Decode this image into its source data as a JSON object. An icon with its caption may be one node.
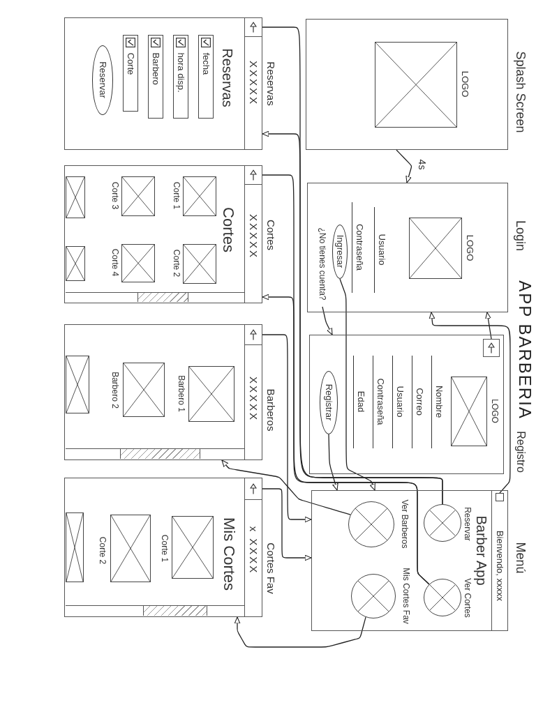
{
  "diagram": {
    "title": "APP BARBERIA",
    "nodes": [
      {
        "text": [],
        "shape": "box",
        "beside": [
          "Splash Screen"
        ]
      },
      {
        "text": [],
        "shape": "box",
        "beside": [
          "LOGO"
        ],
        "in": 0
      },
      {
        "text": [],
        "shape": "box",
        "beside": [
          "Login"
        ]
      },
      {
        "text": [],
        "shape": "box",
        "beside": [
          "LOGO"
        ],
        "in": 2
      },
      {
        "text": [
          "Usuario"
        ],
        "in": 2
      },
      {
        "text": [
          "Contraseña"
        ],
        "in": 2
      },
      {
        "text": [
          "Ingresar"
        ],
        "in": 2
      },
      {
        "text": [
          "¿No tienes cuenta?"
        ],
        "in": 2
      },
      {
        "text": [],
        "shape": "box",
        "beside": [
          "Registro"
        ]
      },
      {
        "text": [],
        "shape": "box",
        "in": 8
      },
      {
        "text": [],
        "shape": "box",
        "beside": [
          "LOGO"
        ],
        "in": 8
      },
      {
        "text": [
          "Nombre"
        ],
        "in": 8
      },
      {
        "text": [
          "Correo"
        ],
        "in": 8
      },
      {
        "text": [
          "Usuario"
        ],
        "in": 8
      },
      {
        "text": [
          "Contraseña"
        ],
        "in": 8
      },
      {
        "text": [
          "Edad"
        ],
        "in": 8
      },
      {
        "text": [
          "Registrar"
        ],
        "in": 8
      },
      {
        "text": [
          "Bienvendo, xxxxx",
          "Barber App"
        ],
        "beside": [
          "Menú"
        ]
      },
      {
        "text": [],
        "shape": "box",
        "in": 17
      },
      {
        "text": [],
        "shape": "circle",
        "beside": [
          "Reservar"
        ],
        "in": 17
      },
      {
        "text": [],
        "shape": "circle",
        "beside": [
          "Ver Cortes"
        ],
        "in": 17
      },
      {
        "text": [],
        "shape": "circle",
        "beside": [
          "Ver Barberos"
        ],
        "in": 17
      },
      {
        "text": [],
        "shape": "circle",
        "beside": [
          "Mis Cortes Fav"
        ],
        "in": 17
      },
      {
        "text": [
          "XXXXX",
          "Reservas"
        ],
        "beside": [
          "Reservas"
        ]
      },
      {
        "text": [],
        "shape": "box",
        "in": 23
      },
      {
        "text": [
          "fecha"
        ],
        "in": 23
      },
      {
        "text": [
          "hora disp."
        ],
        "in": 23
      },
      {
        "text": [
          "Barbero"
        ],
        "in": 23
      },
      {
        "text": [
          "Corte"
        ],
        "in": 23
      },
      {
        "text": [
          "Reservar"
        ],
        "in": 23
      },
      {
        "text": [
          "XXXXX",
          "Cortes"
        ],
        "beside": [
          "Cortes"
        ]
      },
      {
        "text": [],
        "shape": "box",
        "in": 30
      },
      {
        "text": [],
        "shape": "box",
        "beside": [
          "Corte 1"
        ],
        "in": 30
      },
      {
        "text": [],
        "shape": "box",
        "beside": [
          "Corte 2"
        ],
        "in": 30
      },
      {
        "text": [],
        "shape": "box",
        "beside": [
          "Corte 3"
        ],
        "in": 30
      },
      {
        "text": [],
        "shape": "box",
        "beside": [
          "Corte 4"
        ],
        "in": 30
      },
      {
        "text": [],
        "shape": "box",
        "in": 30
      },
      {
        "text": [],
        "shape": "box",
        "in": 30
      },
      {
        "text": [
          "XXXXX"
        ],
        "beside": [
          "Barberos"
        ]
      },
      {
        "text": [],
        "shape": "box",
        "in": 38
      },
      {
        "text": [],
        "shape": "box",
        "beside": [
          "Barbero 1"
        ],
        "in": 38
      },
      {
        "text": [],
        "shape": "box",
        "beside": [
          "Barbero 2"
        ],
        "in": 38
      },
      {
        "text": [],
        "shape": "box",
        "in": 38
      },
      {
        "text": [
          "x XXXX",
          "Mis Cortes"
        ],
        "beside": [
          "Cortes Fav"
        ]
      },
      {
        "text": [],
        "shape": "box",
        "in": 43
      },
      {
        "text": [],
        "shape": "box",
        "beside": [
          "Corte 1"
        ],
        "in": 43
      },
      {
        "text": [],
        "shape": "box",
        "beside": [
          "Corte 2"
        ],
        "in": 43
      },
      {
        "text": [],
        "shape": "box",
        "in": 43
      }
    ],
    "edges": [
      {
        "from": 0,
        "to": 2,
        "arrow": "to",
        "label": "4s"
      },
      {
        "from": 7,
        "to": 8,
        "arrow": "to"
      },
      {
        "from": 6,
        "to": 17,
        "arrow": "to"
      },
      {
        "from": 16,
        "to": 17,
        "arrow": "to"
      },
      {
        "from": 18,
        "to": 2,
        "arrow": "to"
      },
      {
        "from": 9,
        "to": 2,
        "arrow": "to"
      },
      {
        "from": 19,
        "to": 23,
        "arrow": "to"
      },
      {
        "from": 24,
        "to": 19,
        "arrow": "none"
      },
      {
        "from": 20,
        "to": 30,
        "arrow": "to"
      },
      {
        "from": 31,
        "to": 20,
        "arrow": "none"
      },
      {
        "from": 21,
        "to": 38,
        "arrow": "to"
      },
      {
        "from": 39,
        "to": 17,
        "arrow": "to"
      },
      {
        "from": 22,
        "to": 43,
        "arrow": "to"
      },
      {
        "from": 44,
        "to": 17,
        "arrow": "to"
      }
    ]
  }
}
